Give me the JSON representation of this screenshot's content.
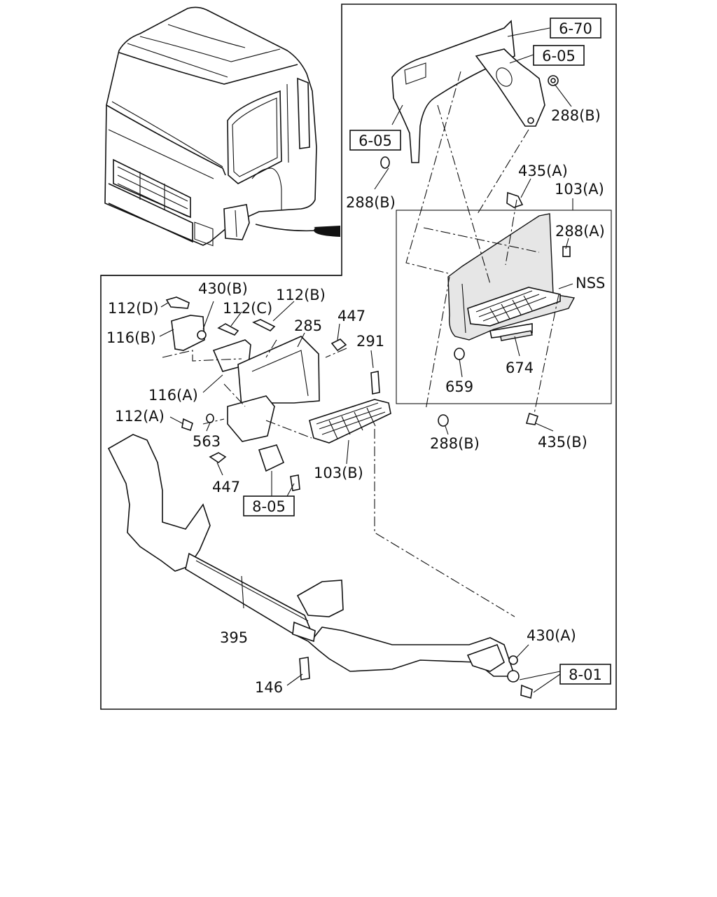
{
  "refs": {
    "r670": "6-70",
    "r605a": "6-05",
    "r605b": "6-05",
    "r805": "8-05",
    "r801": "8-01"
  },
  "labels": {
    "l288b_1": "288(B)",
    "l288b_2": "288(B)",
    "l288b_3": "288(B)",
    "l435a": "435(A)",
    "l103a": "103(A)",
    "l288a": "288(A)",
    "lnss": "NSS",
    "l674": "674",
    "l659": "659",
    "l435b": "435(B)",
    "l430b": "430(B)",
    "l112b": "112(B)",
    "l112d": "112(D)",
    "l112c": "112(C)",
    "l116b": "116(B)",
    "l285": "285",
    "l447a": "447",
    "l291": "291",
    "l116a": "116(A)",
    "l112a": "112(A)",
    "l563": "563",
    "l447b": "447",
    "l103b": "103(B)",
    "l395": "395",
    "l430a": "430(A)",
    "l146": "146"
  }
}
